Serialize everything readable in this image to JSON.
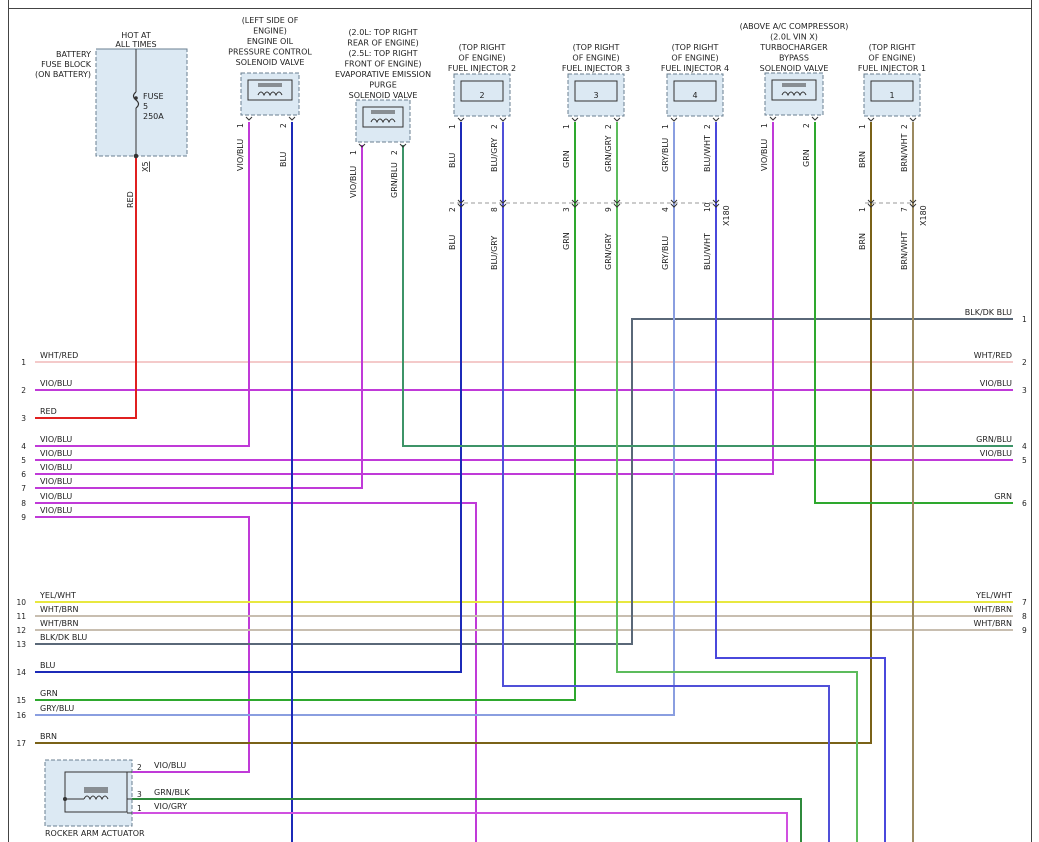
{
  "colors": {
    "RED": "#e02020",
    "VIO/BLU": "#c03ad8",
    "VIO/GRY": "#d050e0",
    "BLU": "#1c2ab8",
    "BLU/GRY": "#5050d8",
    "BLU/WHT": "#4a48dc",
    "GRN": "#2ea82e",
    "GRN/GRY": "#5cbc5c",
    "GRN/BLU": "#3e9468",
    "GRN/BLK": "#2f8a3c",
    "GRY/BLU": "#8a9ee0",
    "BRN": "#7a6218",
    "BRN/WHT": "#9c8a60",
    "WHT/RED": "#f0b8b8",
    "YEL/WHT": "#e8e840",
    "WHT/BRN": "#c8beb0",
    "BLK/DK BLU": "#5a6878",
    "frame": "#444444"
  },
  "fuse_block": {
    "title": [
      "BATTERY",
      "FUSE BLOCK",
      "(ON BATTERY)"
    ],
    "hot": [
      "HOT AT",
      "ALL TIMES"
    ],
    "fuse_label": "FUSE",
    "fuse_number": "5",
    "fuse_rating": "250A",
    "connector": "X5",
    "wire": "RED"
  },
  "components": [
    {
      "id": "epc",
      "label": [
        "(LEFT SIDE OF",
        "ENGINE)",
        "ENGINE OIL",
        "PRESSURE CONTROL",
        "SOLENOID VALVE"
      ],
      "number": "",
      "pins": [
        "1",
        "2"
      ],
      "wires": [
        "VIO/BLU",
        "BLU"
      ]
    },
    {
      "id": "evap",
      "label": [
        "(2.0L: TOP RIGHT",
        "REAR OF ENGINE)",
        "(2.5L: TOP RIGHT",
        "FRONT OF ENGINE)",
        "EVAPORATIVE EMISSION",
        "PURGE",
        "SOLENOID VALVE"
      ],
      "number": "",
      "pins": [
        "1",
        "2"
      ],
      "wires": [
        "VIO/BLU",
        "GRN/BLU"
      ]
    },
    {
      "id": "inj2",
      "label": [
        "(TOP RIGHT",
        "OF ENGINE)",
        "FUEL INJECTOR 2"
      ],
      "number": "2",
      "pins": [
        "1",
        "2"
      ],
      "wires": [
        "BLU",
        "BLU/GRY"
      ]
    },
    {
      "id": "inj3",
      "label": [
        "(TOP RIGHT",
        "OF ENGINE)",
        "FUEL INJECTOR 3"
      ],
      "number": "3",
      "pins": [
        "1",
        "2"
      ],
      "wires": [
        "GRN",
        "GRN/GRY"
      ]
    },
    {
      "id": "inj4",
      "label": [
        "(TOP RIGHT",
        "OF ENGINE)",
        "FUEL INJECTOR 4"
      ],
      "number": "4",
      "pins": [
        "1",
        "2"
      ],
      "wires": [
        "GRY/BLU",
        "BLU/WHT"
      ]
    },
    {
      "id": "turbo",
      "label": [
        "(ABOVE A/C COMPRESSOR)",
        "(2.0L VIN X)",
        "TURBOCHARGER",
        "BYPASS",
        "SOLENOID VALVE"
      ],
      "number": "",
      "pins": [
        "1",
        "2"
      ],
      "wires": [
        "VIO/BLU",
        "GRN"
      ]
    },
    {
      "id": "inj1",
      "label": [
        "(TOP RIGHT",
        "OF ENGINE)",
        "FUEL INJECTOR 1"
      ],
      "number": "1",
      "pins": [
        "1",
        "2"
      ],
      "wires": [
        "BRN",
        "BRN/WHT"
      ]
    }
  ],
  "x180": {
    "name": "X180",
    "pins": [
      {
        "pin": "2",
        "wire": "BLU"
      },
      {
        "pin": "8",
        "wire": "BLU/GRY"
      },
      {
        "pin": "3",
        "wire": "GRN"
      },
      {
        "pin": "9",
        "wire": "GRN/GRY"
      },
      {
        "pin": "4",
        "wire": "GRY/BLU"
      },
      {
        "pin": "10",
        "wire": "BLU/WHT"
      },
      {
        "pin": "1",
        "wire": "BRN"
      },
      {
        "pin": "7",
        "wire": "BRN/WHT"
      }
    ]
  },
  "left_pins": [
    {
      "n": "1",
      "wire": "WHT/RED"
    },
    {
      "n": "2",
      "wire": "VIO/BLU"
    },
    {
      "n": "3",
      "wire": "RED"
    },
    {
      "n": "4",
      "wire": "VIO/BLU"
    },
    {
      "n": "5",
      "wire": "VIO/BLU"
    },
    {
      "n": "6",
      "wire": "VIO/BLU"
    },
    {
      "n": "7",
      "wire": "VIO/BLU"
    },
    {
      "n": "8",
      "wire": "VIO/BLU"
    },
    {
      "n": "9",
      "wire": "VIO/BLU"
    },
    {
      "n": "10",
      "wire": "YEL/WHT"
    },
    {
      "n": "11",
      "wire": "WHT/BRN"
    },
    {
      "n": "12",
      "wire": "WHT/BRN"
    },
    {
      "n": "13",
      "wire": "BLK/DK BLU"
    },
    {
      "n": "14",
      "wire": "BLU"
    },
    {
      "n": "15",
      "wire": "GRN"
    },
    {
      "n": "16",
      "wire": "GRY/BLU"
    },
    {
      "n": "17",
      "wire": "BRN"
    }
  ],
  "right_pins": [
    {
      "n": "1",
      "wire": "BLK/DK BLU"
    },
    {
      "n": "2",
      "wire": "WHT/RED"
    },
    {
      "n": "3",
      "wire": "VIO/BLU"
    },
    {
      "n": "4",
      "wire": "GRN/BLU"
    },
    {
      "n": "5",
      "wire": "VIO/BLU"
    },
    {
      "n": "6",
      "wire": "GRN"
    },
    {
      "n": "7",
      "wire": "YEL/WHT"
    },
    {
      "n": "8",
      "wire": "WHT/BRN"
    },
    {
      "n": "9",
      "wire": "WHT/BRN"
    }
  ],
  "rocker": {
    "label": "ROCKER ARM ACTUATOR",
    "pins": [
      {
        "pin": "2",
        "wire": "VIO/BLU"
      },
      {
        "pin": "3",
        "wire": "GRN/BLK"
      },
      {
        "pin": "1",
        "wire": "VIO/GRY"
      }
    ]
  }
}
